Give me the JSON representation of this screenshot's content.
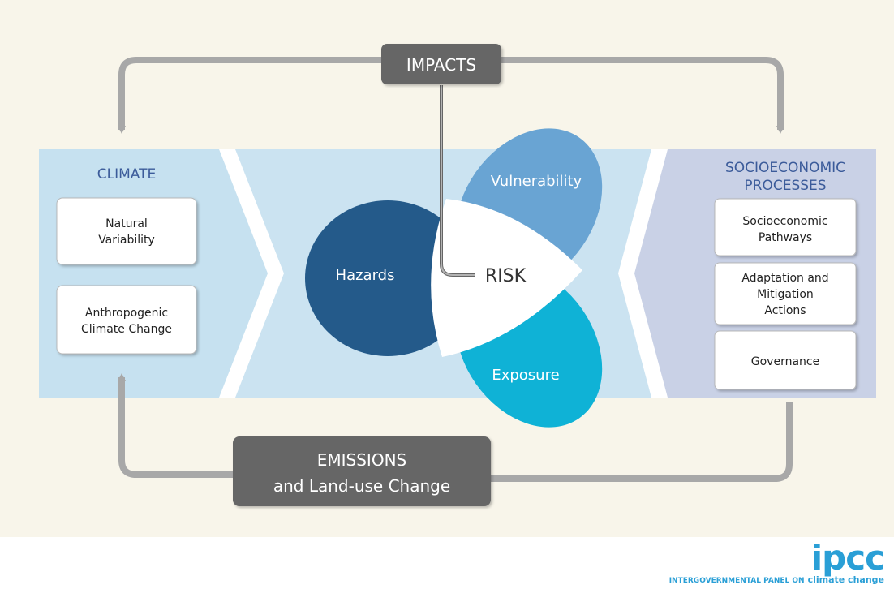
{
  "impacts": {
    "label": "IMPACTS"
  },
  "emissions": {
    "line1": "EMISSIONS",
    "line2": "and Land-use Change"
  },
  "climate": {
    "heading": "CLIMATE",
    "boxes": [
      {
        "line1": "Natural",
        "line2": "Variability"
      },
      {
        "line1": "Anthropogenic",
        "line2": "Climate Change"
      }
    ]
  },
  "risk": {
    "center": "RISK",
    "hazards": "Hazards",
    "vulnerability": "Vulnerability",
    "exposure": "Exposure"
  },
  "socio": {
    "heading_line1": "SOCIOECONOMIC",
    "heading_line2": "PROCESSES",
    "boxes": [
      {
        "lines": [
          "Socioeconomic",
          "Pathways"
        ]
      },
      {
        "lines": [
          "Adaptation and",
          "Mitigation",
          "Actions"
        ]
      },
      {
        "lines": [
          "Governance"
        ]
      }
    ]
  },
  "logo": {
    "main": "ipcc",
    "sub_grey": "INTERGOVERNMENTAL PANEL ON",
    "sub_blue": "climate change"
  },
  "colors": {
    "page_bg": "#f8f5ea",
    "climate_band": "#c6e1f0",
    "socio_band": "#c9d1e6",
    "heading_blue": "#3b5b9a",
    "dark_box": "#666666",
    "arrow_grey": "#a8a8a8",
    "hazards": "#245a8a",
    "vulnerability": "#69a4d3",
    "exposure": "#0fb2d6",
    "logo_blue": "#2a9fd6"
  }
}
